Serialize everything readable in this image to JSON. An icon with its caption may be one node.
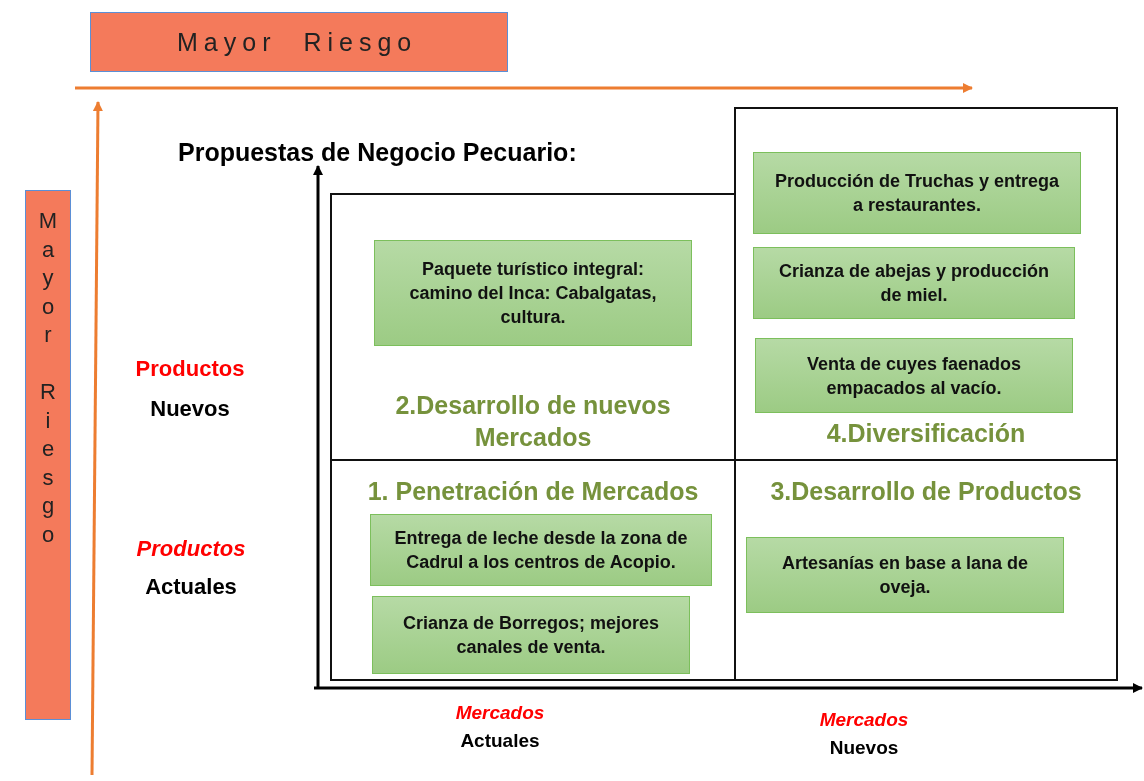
{
  "diagram": {
    "title": "Propuestas de Negocio Pecuario:",
    "nodes": [
      {
        "text": [
          "Mayor Riesgo"
        ]
      },
      {
        "text": [
          "Mayor Riesgo"
        ]
      },
      {
        "text": [
          "2.Desarrollo de nuevos Mercados"
        ]
      },
      {
        "text": [
          "Paquete turístico integral: camino del Inca: Cabalgatas, cultura."
        ],
        "in": 2
      },
      {
        "text": [
          "4.Diversificación"
        ]
      },
      {
        "text": [
          "Producción de Truchas y entrega a restaurantes."
        ],
        "in": 4
      },
      {
        "text": [
          "Crianza de abejas y producción de miel."
        ],
        "in": 4
      },
      {
        "text": [
          "Venta de cuyes faenados empacados al vacío."
        ],
        "in": 4
      },
      {
        "text": [
          "1. Penetración de Mercados"
        ]
      },
      {
        "text": [
          "Entrega de leche desde la zona de Cadrul a los centros de Acopio."
        ],
        "in": 8
      },
      {
        "text": [
          "Crianza de Borregos; mejores canales de venta."
        ],
        "in": 8
      },
      {
        "text": [
          "3.Desarrollo de Productos"
        ]
      },
      {
        "text": [
          "Artesanías en base a lana de oveja."
        ],
        "in": 11
      }
    ],
    "labels": [
      "Productos",
      "Nuevos",
      "Productos",
      "Actuales",
      "Mercados",
      "Actuales",
      "Mercados",
      "Nuevos"
    ]
  }
}
